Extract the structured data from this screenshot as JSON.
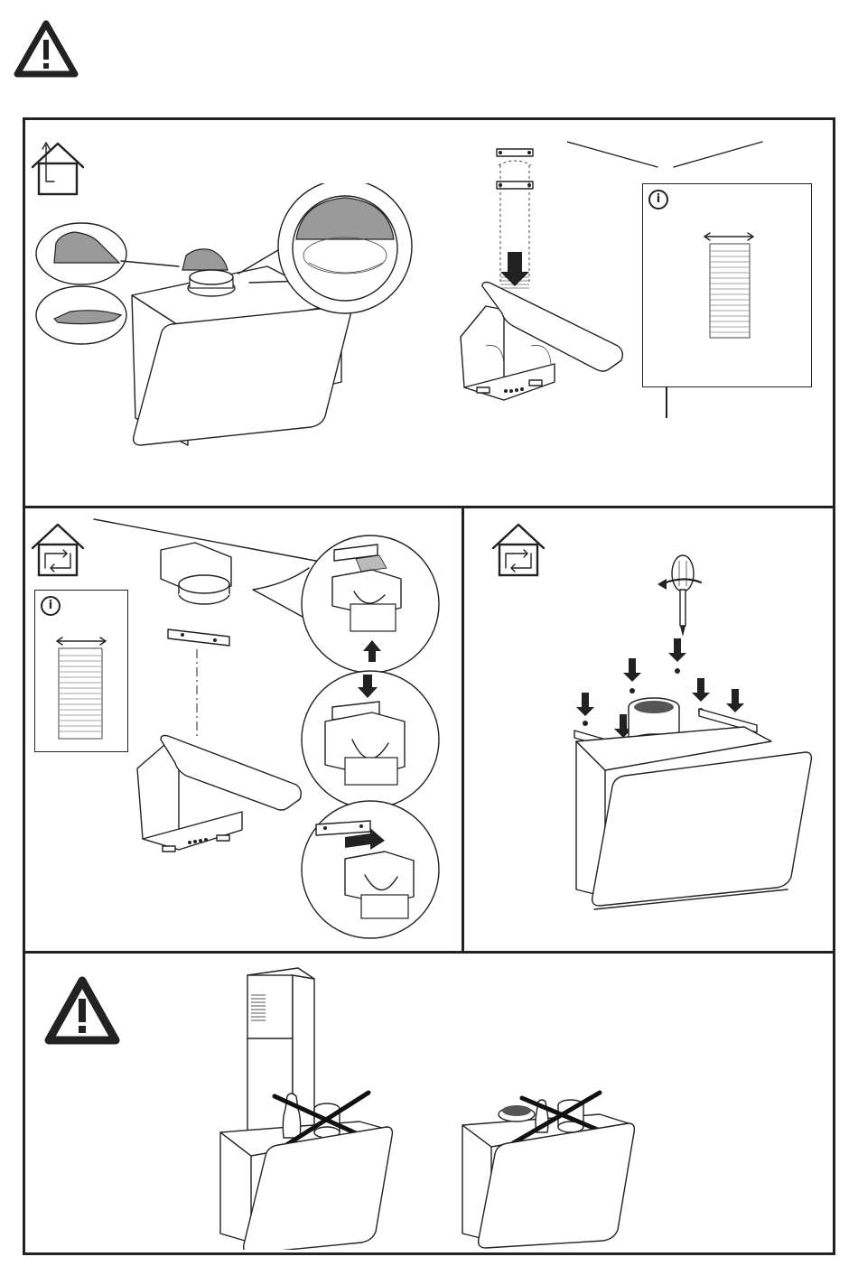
{
  "page": {
    "title": ""
  },
  "icons": {
    "warning": "warning-triangle-icon",
    "info": "info-circle-icon",
    "house_outlet": "house-ducted-outlet-icon",
    "house_recirculation": "house-recirculation-icon"
  },
  "info_badge": {
    "glyph": "i"
  },
  "colors": {
    "line": "#222222",
    "grey_fill": "#9a9a9a",
    "background": "#ffffff"
  },
  "panels": [
    {
      "id": "ducted-installation",
      "mode": "outlet"
    },
    {
      "id": "recirculation-bracket",
      "mode": "recirculation"
    },
    {
      "id": "recirculation-filter",
      "mode": "recirculation"
    },
    {
      "id": "warning-no-objects-on-top",
      "mode": "warning"
    }
  ]
}
